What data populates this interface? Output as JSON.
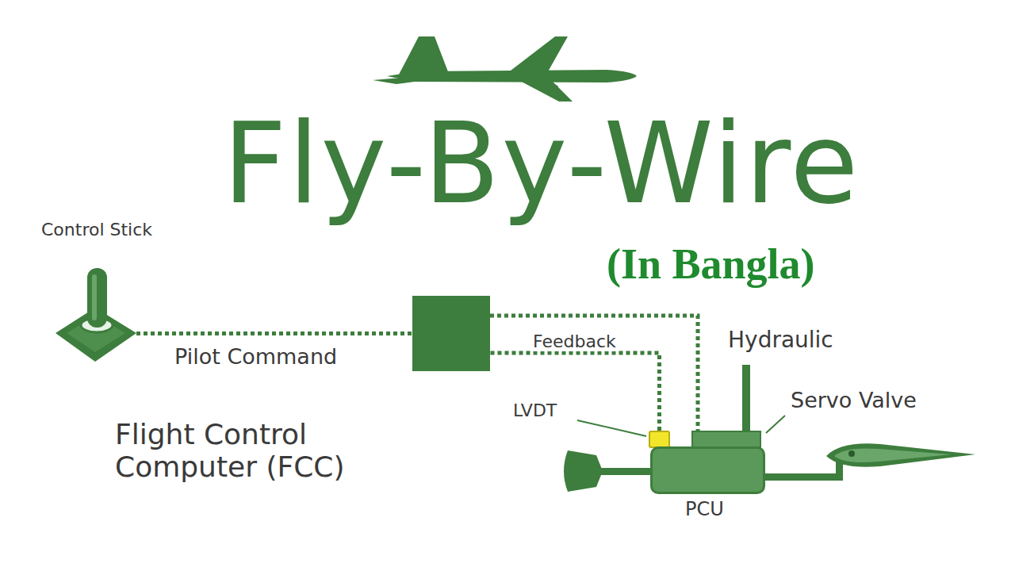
{
  "diagram": {
    "title": "Fly-By-Wire",
    "nodes": [
      {
        "text": [
          "Control Stick"
        ]
      },
      {
        "text": [
          "Flight Control Computer (FCC)"
        ]
      },
      {
        "text": [
          "LVDT"
        ]
      },
      {
        "text": [
          "Servo Valve"
        ]
      },
      {
        "text": [
          "PCU"
        ]
      }
    ],
    "edges": [
      {
        "from": 0,
        "to": 1,
        "label": "Pilot Command",
        "arrow": "none"
      },
      {
        "from": 1,
        "to": 3,
        "arrow": "none"
      },
      {
        "from": 2,
        "to": 1,
        "label": "Feedback",
        "arrow": "none"
      }
    ],
    "labels": [
      "(In Bangla)",
      "Hydraulic"
    ]
  }
}
